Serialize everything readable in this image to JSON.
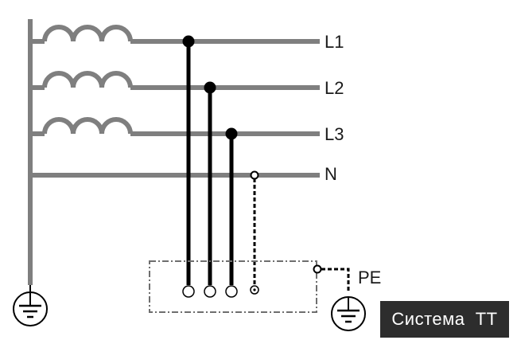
{
  "labels": {
    "l1": "L1",
    "l2": "L2",
    "l3": "L3",
    "n": "N",
    "pe": "PE"
  },
  "badge": {
    "text": "Система  TT"
  },
  "colors": {
    "wire": "#7f7f7f",
    "conductor": "#000000",
    "enclosure": "#6e6e6e",
    "badge_bg": "#2d2d2d",
    "badge_text": "#ffffff"
  },
  "icons": [
    "earth-ground-icon",
    "earth-ground-icon"
  ]
}
